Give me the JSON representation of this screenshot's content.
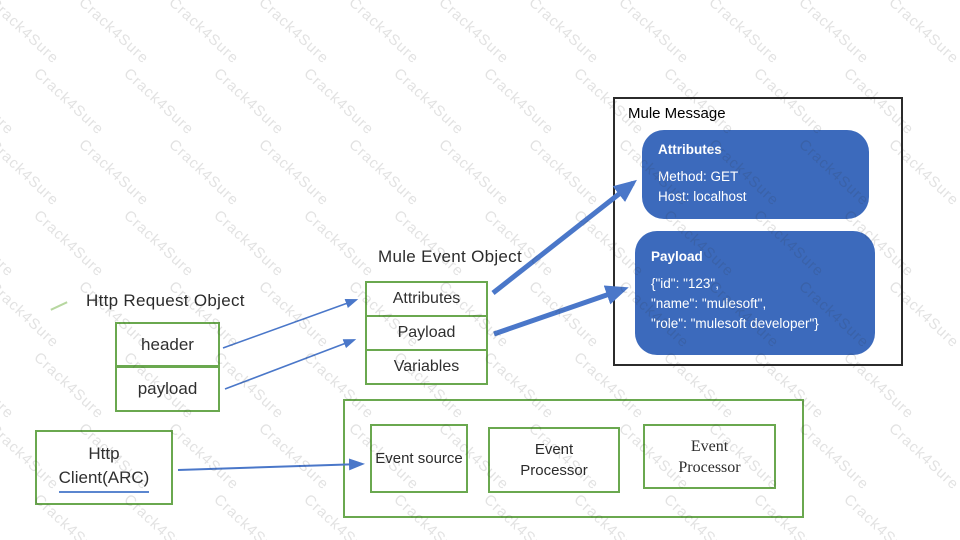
{
  "watermark": {
    "text": "Crack4Sure",
    "color": "#d9d9d9"
  },
  "http_request": {
    "title": "Http Request Object",
    "boxes": {
      "header": "header",
      "payload": "payload"
    }
  },
  "mule_event": {
    "title": "Mule Event Object",
    "rows": [
      "Attributes",
      "Payload",
      "Variables"
    ]
  },
  "mule_message": {
    "title": "Mule Message",
    "attributes_card": {
      "title": "Attributes",
      "lines": [
        "Method: GET",
        "Host: localhost"
      ]
    },
    "payload_card": {
      "title": "Payload",
      "lines": [
        "{\"id\": \"123\",",
        "\"name\": \"mulesoft\",",
        "\"role\": \"mulesoft developer\"}"
      ]
    }
  },
  "flow": {
    "event_source": "Event source",
    "event_processor_1": "Event Processor",
    "event_processor_2": "Event Processor"
  },
  "http_client": {
    "line1": "Http",
    "line2": "Client(ARC)"
  },
  "colors": {
    "box_border_green": "#6aa84f",
    "card_blue": "#3c6abc",
    "arrow_blue": "#4a77c9",
    "panel_border": "#2b2b2b"
  }
}
